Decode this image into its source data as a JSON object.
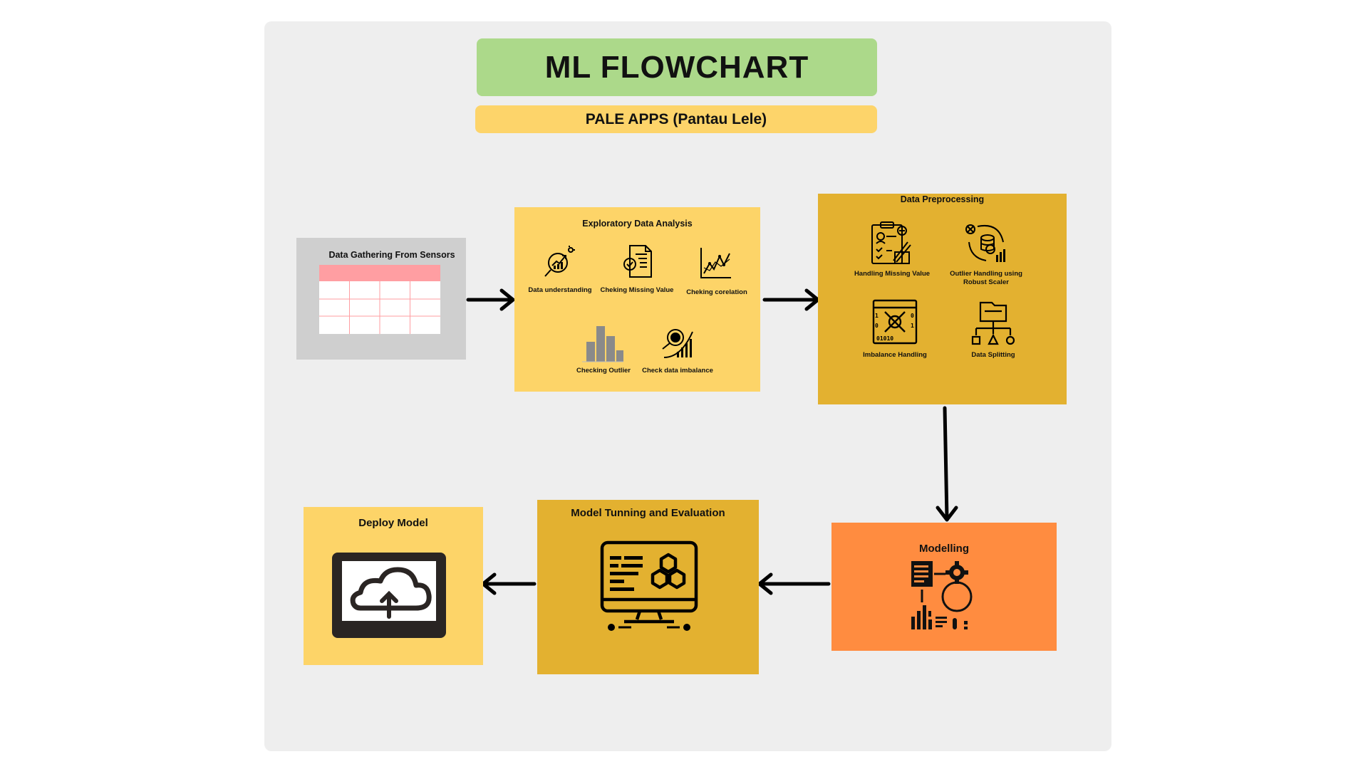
{
  "title": "ML FLOWCHART",
  "subtitle": "PALE APPS (Pantau Lele)",
  "nodes": {
    "data_gathering": {
      "title": "Data Gathering From Sensors"
    },
    "eda": {
      "title": "Exploratory Data Analysis",
      "items": [
        "Data understanding",
        "Cheking Missing Value",
        "Cheking corelation",
        "Checking Outlier",
        "Check data imbalance"
      ]
    },
    "preprocessing": {
      "title": "Data Preprocessing",
      "items": [
        "Handling Missing Value",
        "Outlier Handling using Robust Scaler",
        "Imbalance Handling",
        "Data Splitting"
      ]
    },
    "modelling": {
      "title": "Modelling"
    },
    "tuning": {
      "title": "Model Tunning and Evaluation"
    },
    "deploy": {
      "title": "Deploy Model"
    }
  },
  "colors": {
    "canvas": "#eeeeee",
    "title_bg": "#acd98a",
    "subtitle_bg": "#fdd46a",
    "gray_box": "#cfcfcf",
    "light_yellow": "#fdd468",
    "dark_yellow": "#e3b130",
    "orange": "#ff8c40",
    "table_header": "#ff9ea2"
  },
  "icons": [
    "table-icon",
    "data-understanding-icon",
    "missing-value-icon",
    "correlation-icon",
    "outlier-histogram-icon",
    "data-imbalance-icon",
    "clipboard-icon",
    "robust-scaler-icon",
    "imbalance-icon",
    "data-splitting-icon",
    "modelling-icon",
    "monitor-icon",
    "cloud-upload-icon"
  ]
}
